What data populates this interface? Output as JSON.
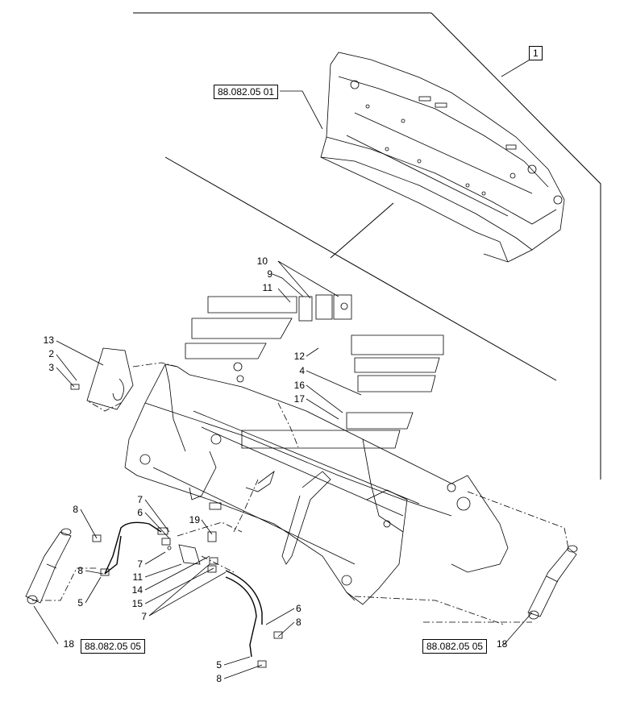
{
  "assembly_box": "1",
  "references": {
    "bucket": "88.082.05 01",
    "cylinder_left": "88.082.05 05",
    "cylinder_right": "88.082.05 05"
  },
  "callouts": {
    "n1": "10",
    "n2": "9",
    "n3": "11",
    "n4": "13",
    "n5": "2",
    "n6": "3",
    "n7": "12",
    "n8": "4",
    "n9": "16",
    "n10": "17",
    "n11": "7",
    "n12": "6",
    "n13": "8",
    "n14": "19",
    "n15": "7",
    "n16": "11",
    "n17": "14",
    "n18": "15",
    "n19": "7",
    "n20": "8",
    "n21": "5",
    "n22": "6",
    "n23": "8",
    "n24": "5",
    "n25": "8",
    "n26": "18",
    "n27": "18"
  }
}
